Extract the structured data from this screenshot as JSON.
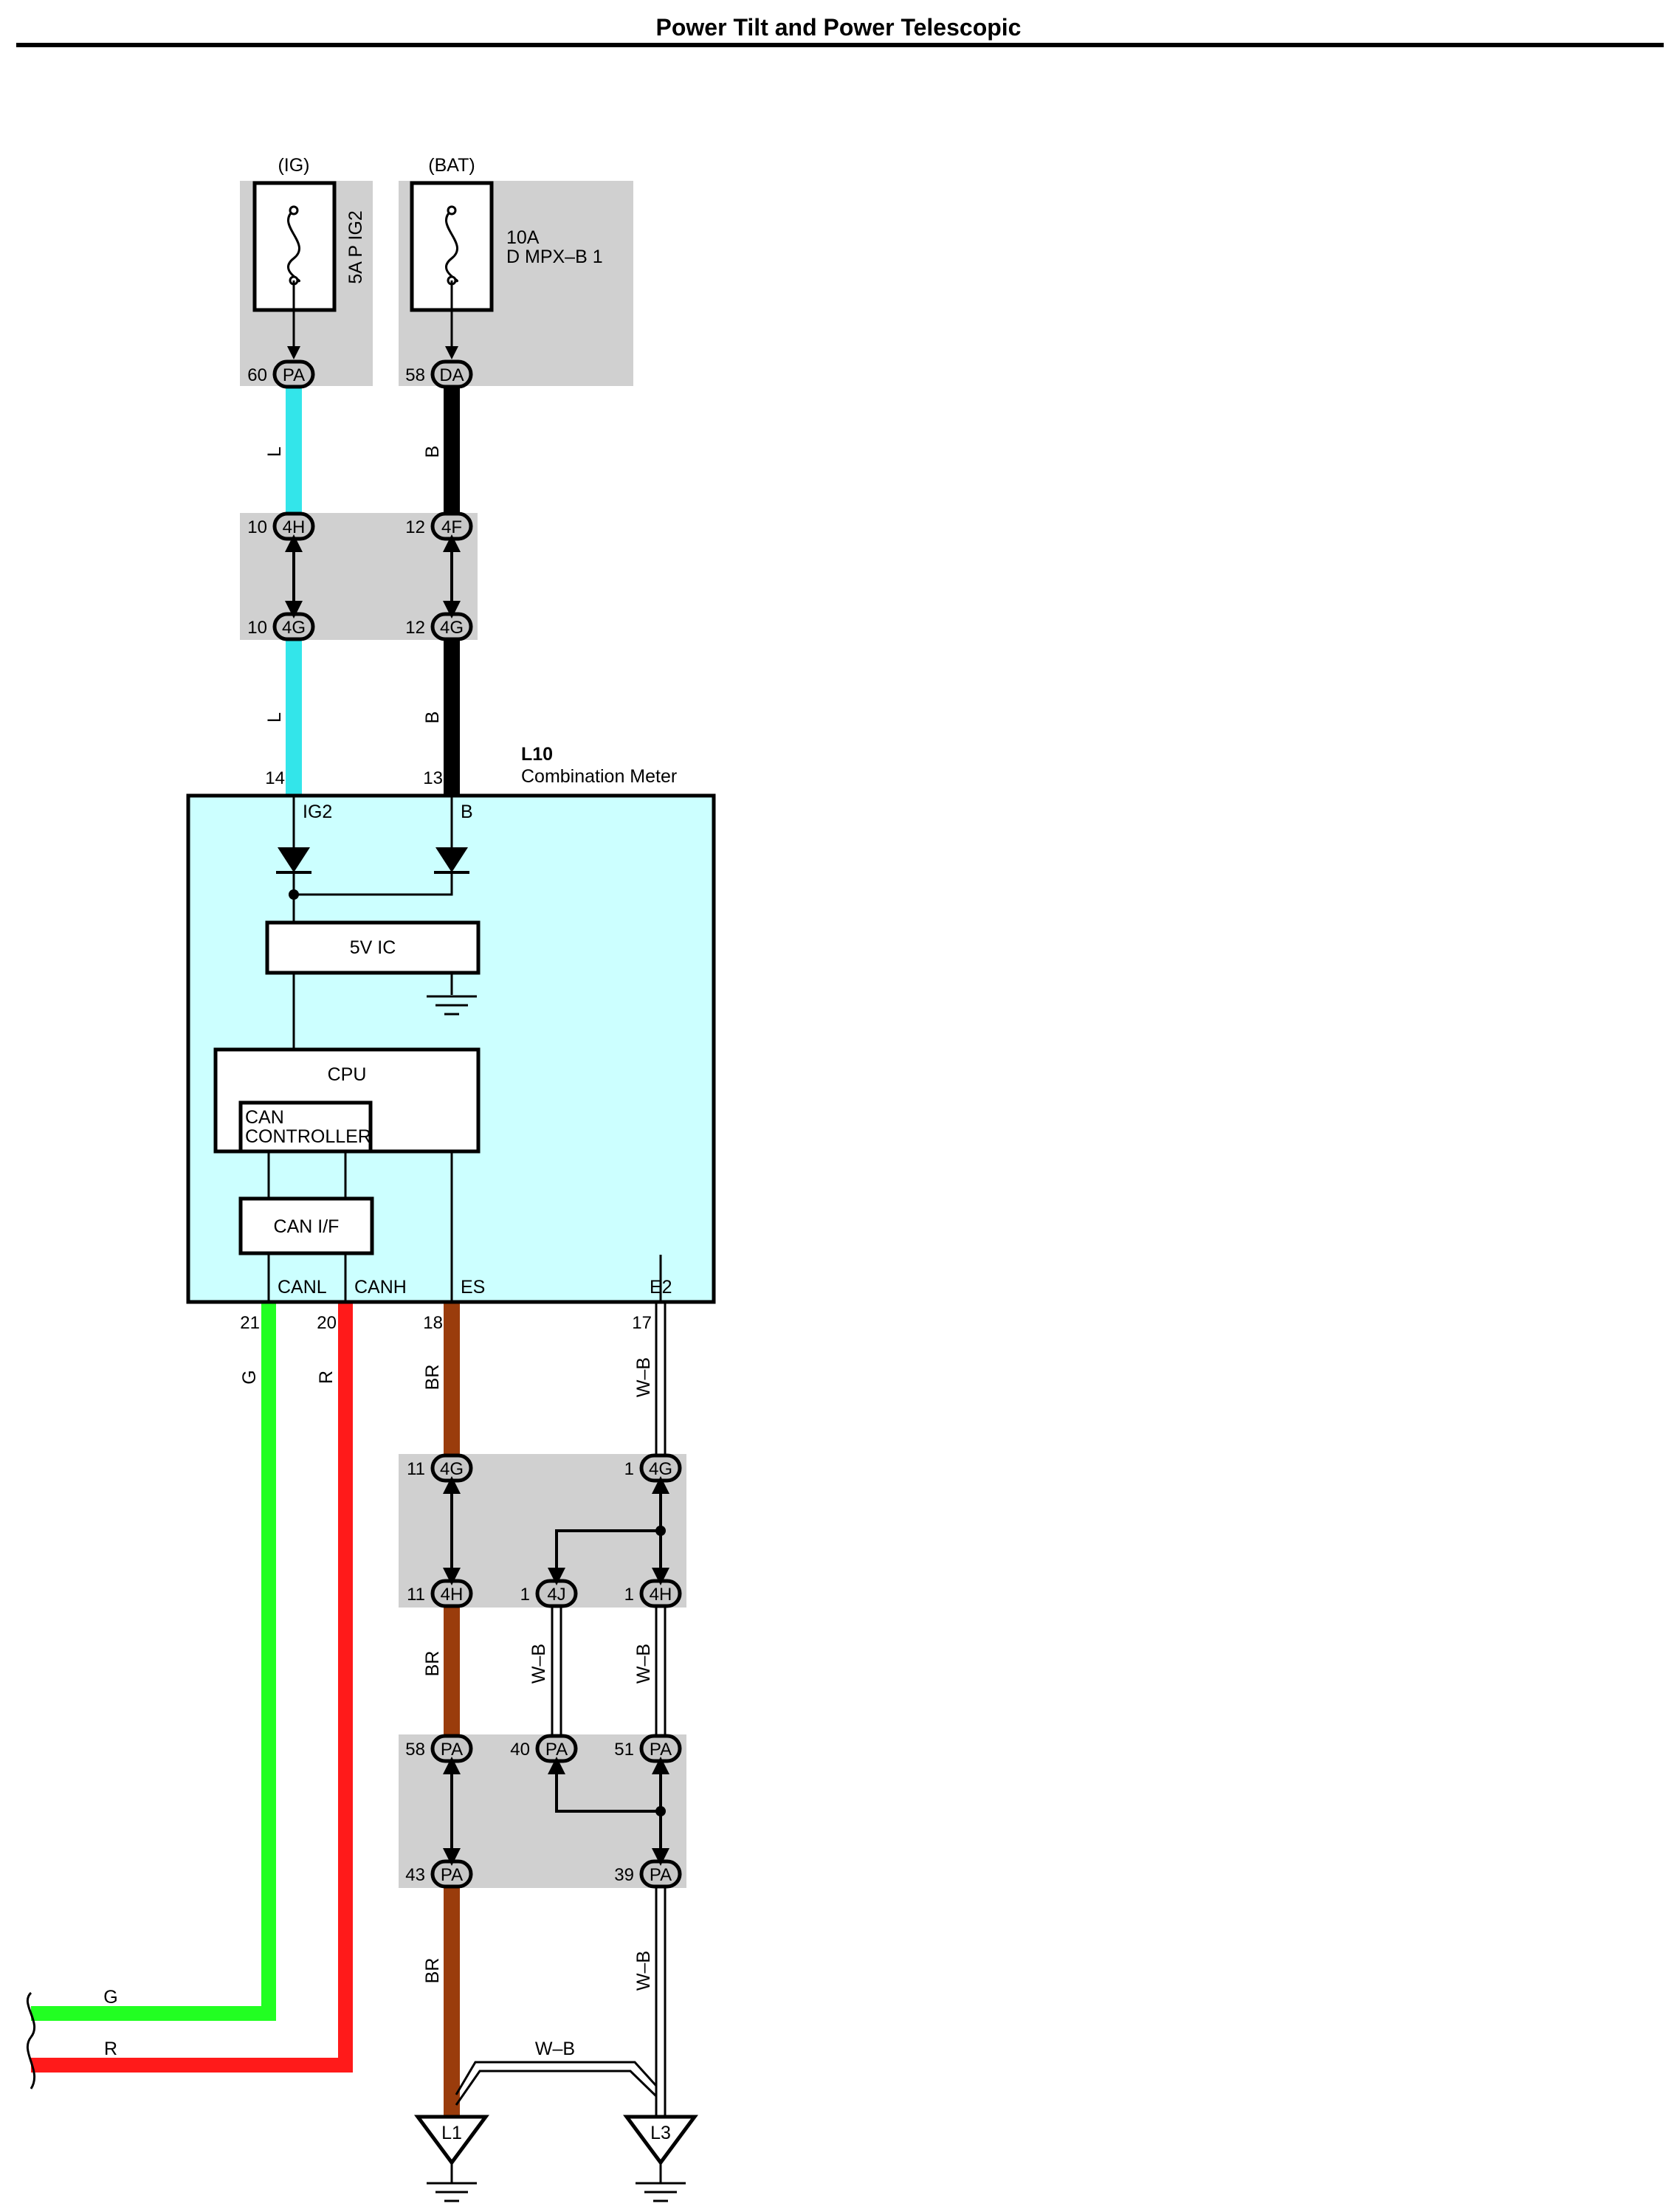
{
  "title": "Power Tilt and Power Telescopic",
  "power_sources": {
    "ig": {
      "name": "(IG)",
      "fuse": "5A P IG2",
      "pin": "60",
      "connector": "PA"
    },
    "bat": {
      "name": "(BAT)",
      "fuse_line1": "10A",
      "fuse_line2": "D MPX–B 1",
      "pin": "58",
      "connector": "DA"
    }
  },
  "joint_top": [
    {
      "pin": "10",
      "connector": "4H"
    },
    {
      "pin": "12",
      "connector": "4F"
    },
    {
      "pin": "10",
      "connector": "4G"
    },
    {
      "pin": "12",
      "connector": "4G"
    }
  ],
  "wire_colors": {
    "L": "L",
    "B": "B",
    "G": "G",
    "R": "R",
    "BR": "BR",
    "WB": "W–B"
  },
  "combination_meter": {
    "code": "L10",
    "name": "Combination Meter",
    "pin_ig2": "14",
    "pin_b": "13",
    "term_ig2": "IG2",
    "term_b": "B",
    "ic": "5V IC",
    "cpu": "CPU",
    "can_controller_1": "CAN",
    "can_controller_2": "CONTROLLER",
    "can_if": "CAN I/F",
    "term_canl": "CANL",
    "term_canh": "CANH",
    "term_es": "ES",
    "term_e2": "E2",
    "pin_canl": "21",
    "pin_canh": "20",
    "pin_es": "18",
    "pin_e2": "17"
  },
  "joint_mid": [
    {
      "pin": "11",
      "connector": "4G"
    },
    {
      "pin": "1",
      "connector": "4G"
    },
    {
      "pin": "11",
      "connector": "4H"
    },
    {
      "pin": "1",
      "connector": "4J"
    },
    {
      "pin": "1",
      "connector": "4H"
    }
  ],
  "joint_low": [
    {
      "pin": "58",
      "connector": "PA"
    },
    {
      "pin": "40",
      "connector": "PA"
    },
    {
      "pin": "51",
      "connector": "PA"
    },
    {
      "pin": "43",
      "connector": "PA"
    },
    {
      "pin": "39",
      "connector": "PA"
    }
  ],
  "grounds": {
    "left": "L1",
    "right": "L3"
  },
  "colors": {
    "light_blue": "#33e5ea",
    "black": "#000000",
    "green": "#22ff22",
    "red": "#ff1a1a",
    "brown": "#9a3c0c",
    "meter_fill": "#ccffff",
    "joint_gray": "#d0d0d0"
  }
}
